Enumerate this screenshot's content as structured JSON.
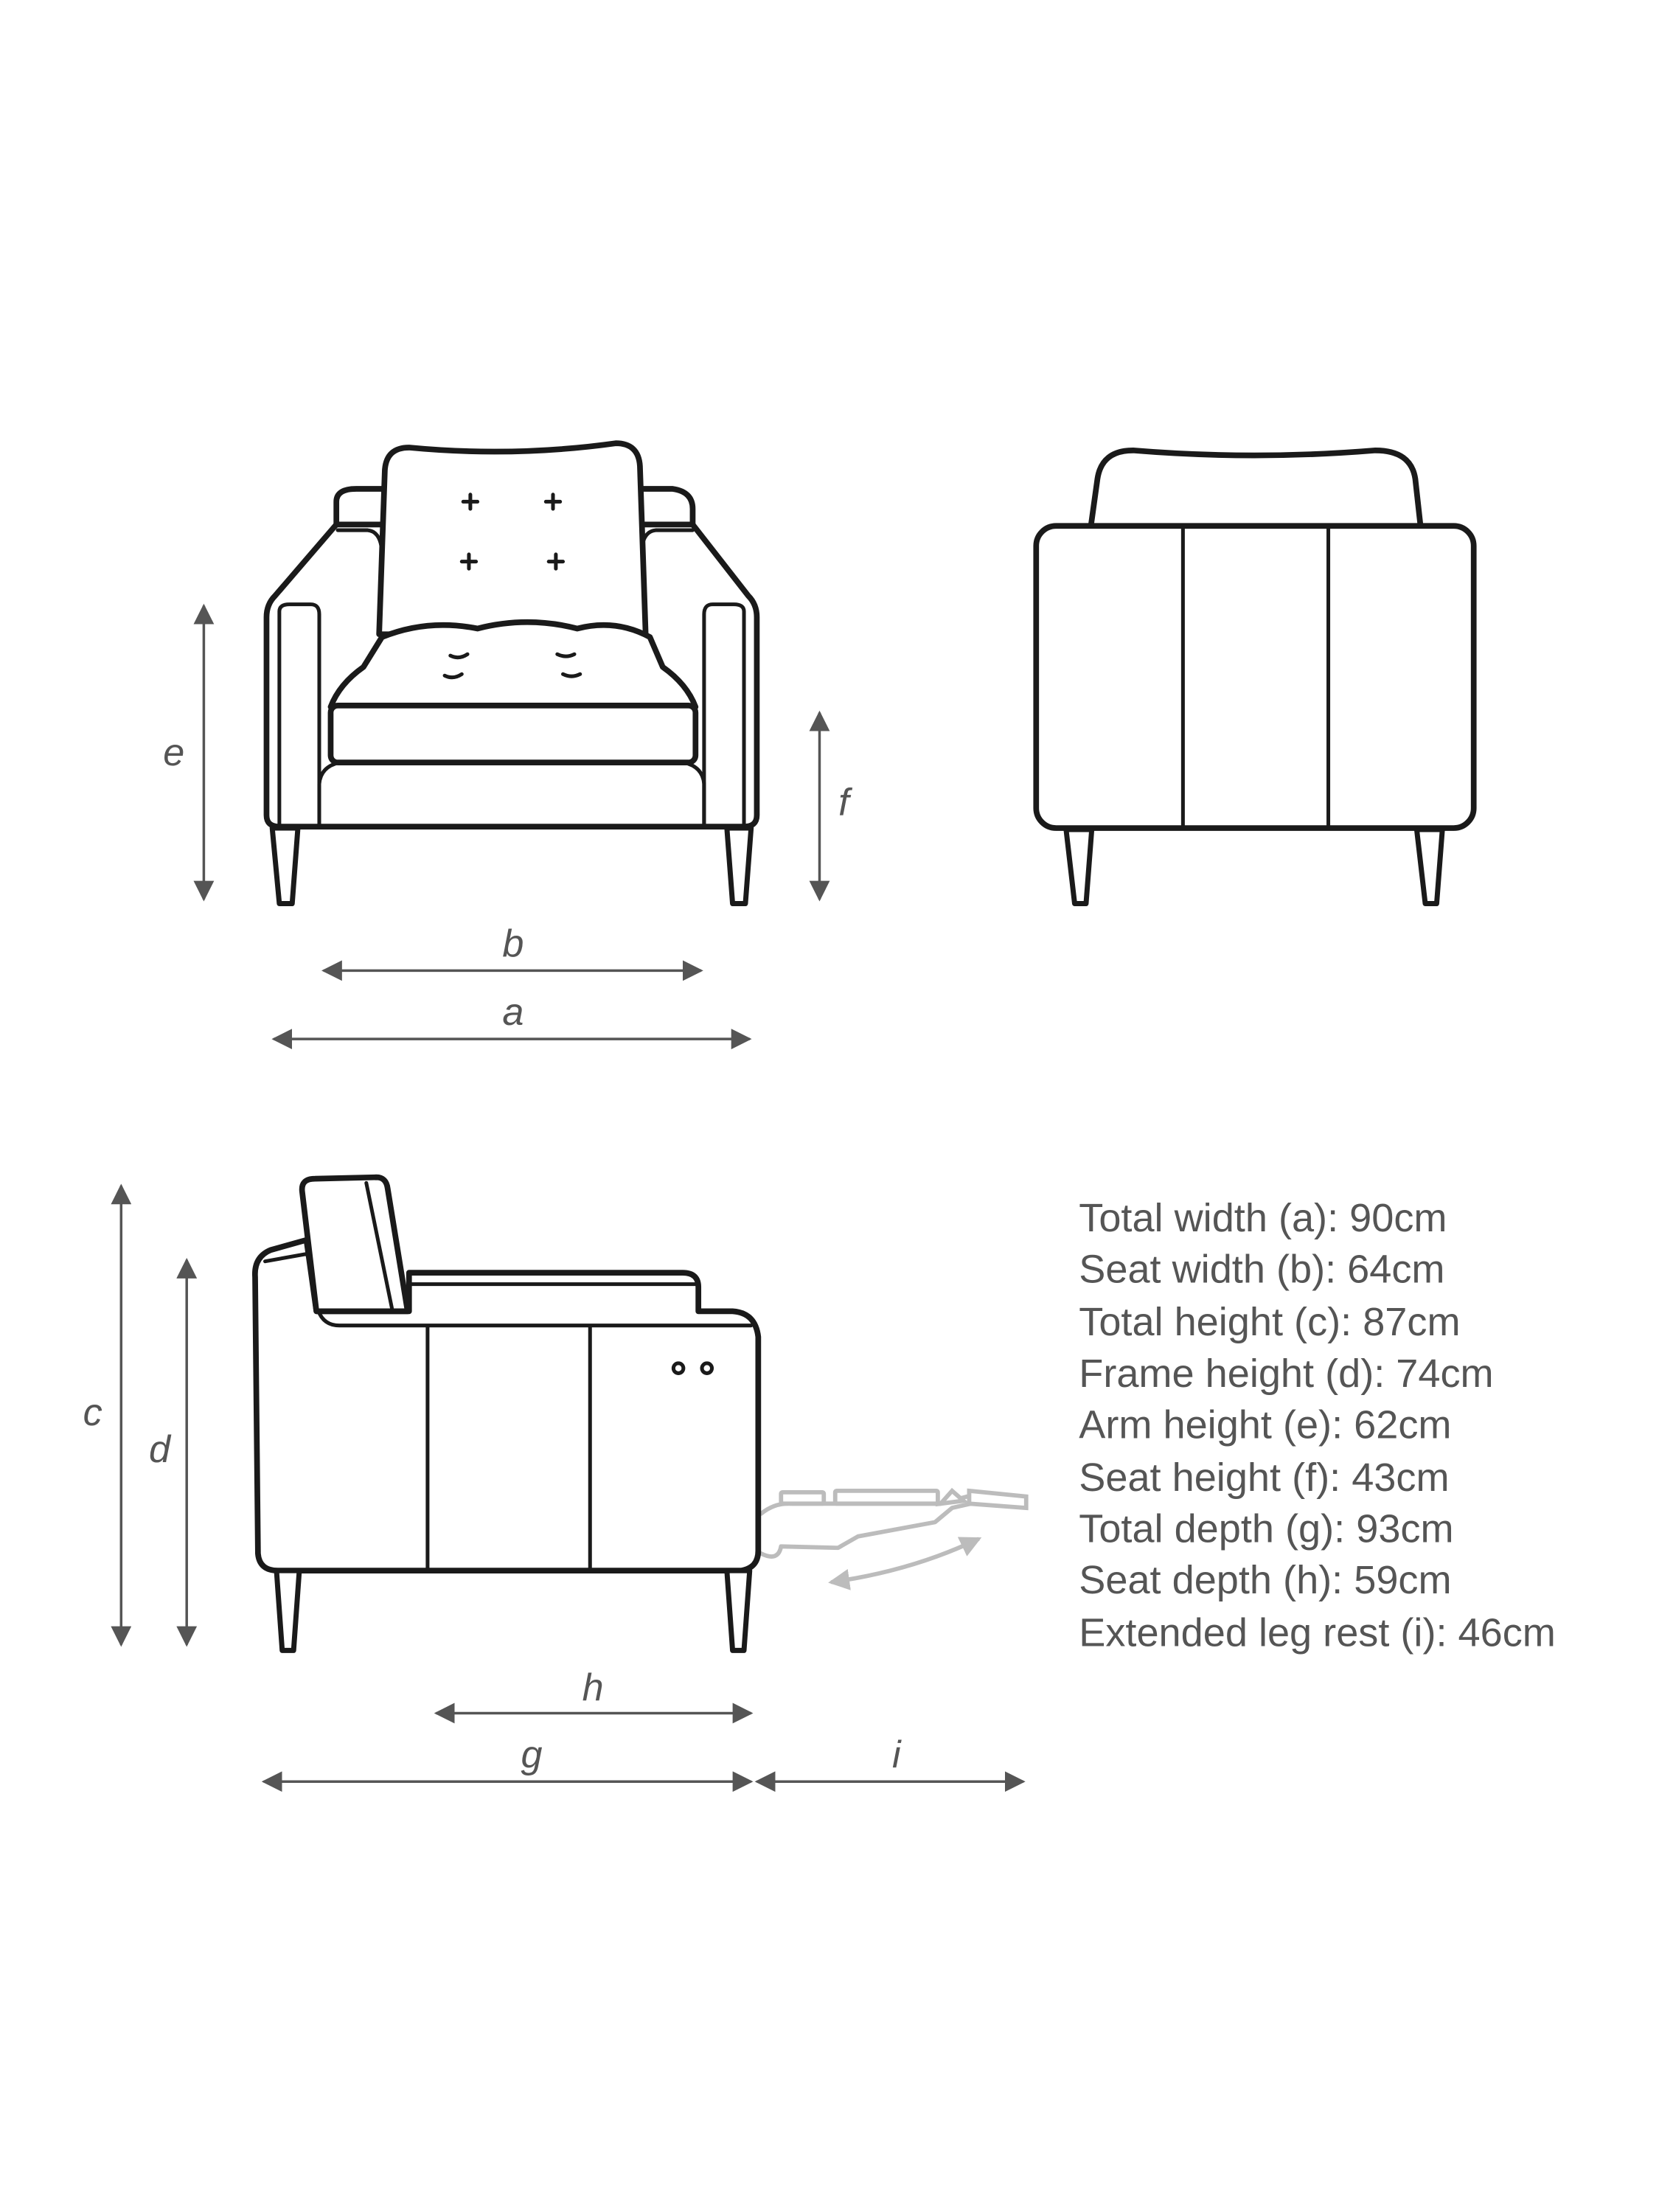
{
  "dimension_labels": {
    "a": "a",
    "b": "b",
    "c": "c",
    "d": "d",
    "e": "e",
    "f": "f",
    "g": "g",
    "h": "h",
    "i": "i"
  },
  "specifications": [
    "Total width (a): 90cm",
    "Seat width (b): 64cm",
    "Total height (c): 87cm",
    "Frame height (d): 74cm",
    "Arm height (e): 62cm",
    "Seat height (f): 43cm",
    "Total depth (g): 93cm",
    "Seat depth (h): 59cm",
    "Extended leg rest (i): 46cm"
  ],
  "colors": {
    "outline": "#1a1a1a",
    "dimension": "#555555",
    "leg_rest_ghost": "#bcbcbc"
  }
}
